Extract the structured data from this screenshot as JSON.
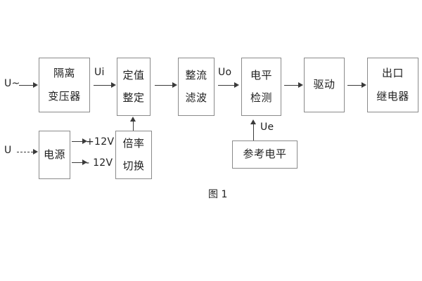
{
  "figure": {
    "caption": "图 1",
    "background": "#ffffff",
    "line_color": "#8a8a8a",
    "arrow_color": "#3a3a3a",
    "text_color": "#1f1f1f"
  },
  "inputs": {
    "ac_source": "U~",
    "dc_source": "U"
  },
  "blocks": {
    "isolation_transformer": {
      "line1": "隔离",
      "line2": "变压器"
    },
    "setting_value": {
      "line1": "定值",
      "line2": "整定"
    },
    "rectify_filter": {
      "line1": "整流",
      "line2": "滤波"
    },
    "level_detect": {
      "line1": "电平",
      "line2": "检测"
    },
    "drive": {
      "line1": "驱动",
      "line2": ""
    },
    "output_relay": {
      "line1": "出口",
      "line2": "继电器"
    },
    "power_supply": {
      "line1": "电源",
      "line2": ""
    },
    "multiplier_switch": {
      "line1": "倍率",
      "line2": "切换"
    },
    "reference_level": {
      "line1": "参考电平",
      "line2": ""
    }
  },
  "signals": {
    "ui": "Ui",
    "uo": "Uo",
    "ue": "Ue",
    "rail_pos": "+12V",
    "rail_neg": "- 12V"
  }
}
